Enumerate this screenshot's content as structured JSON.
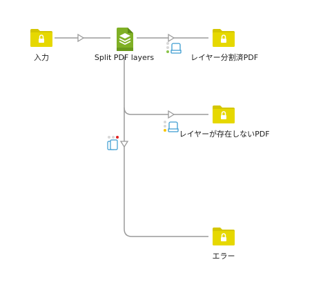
{
  "nodes": {
    "input_folder": {
      "label": "入力",
      "icon": "locked-folder-icon"
    },
    "split_pdf_layers": {
      "label": "Split PDF layers",
      "icon": "split-layers-icon"
    },
    "out_split": {
      "label": "レイヤー分割済PDF",
      "icon": "locked-folder-icon"
    },
    "out_no_layers": {
      "label": "レイヤーが存在しないPDF",
      "icon": "locked-folder-icon"
    },
    "out_error": {
      "label": "エラー",
      "icon": "locked-folder-icon"
    }
  },
  "connections": [
    {
      "from": "input_folder",
      "to": "split_pdf_layers",
      "icon": "arrow-icon"
    },
    {
      "from": "split_pdf_layers",
      "to": "out_split",
      "icon": "data-connection-icon",
      "status_dots": [
        "#d8d8d8",
        "#d8d8d8",
        "#8bc34a"
      ]
    },
    {
      "from": "split_pdf_layers",
      "to": "out_no_layers",
      "icon": "data-connection-icon",
      "status_dots": [
        "#d8d8d8",
        "#d8d8d8",
        "#f5c400"
      ]
    },
    {
      "from": "split_pdf_layers",
      "to": "out_error",
      "icon": "error-connection-icon",
      "status_dots": [
        "#d8d8d8",
        "#d8d8d8",
        "#e02020"
      ]
    }
  ],
  "colors": {
    "folder": "#e6d800",
    "folder_tab": "#d4c600",
    "line": "#9a9a9a",
    "tool_green": "#7fb025",
    "tool_green_dark": "#5e8a16",
    "icon_blue": "#3a9bd0"
  }
}
